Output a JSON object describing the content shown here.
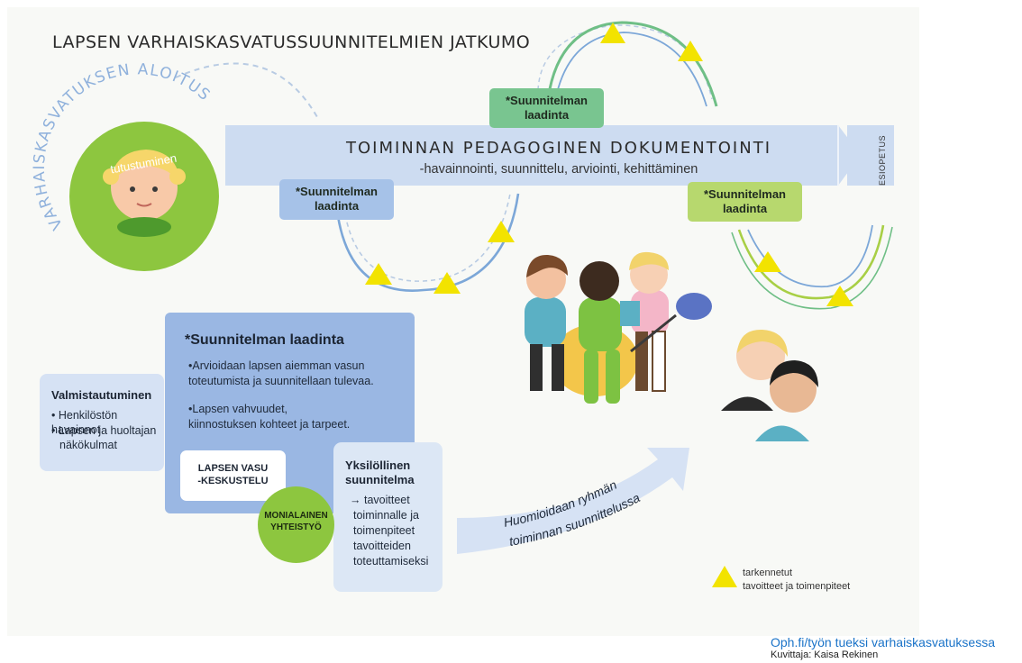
{
  "title": "LAPSEN VARHAISKASVATUSSUUNNITELMIEN JATKUMO",
  "start_arc_text": "VARHAISKASVATUKSEN ALOITUS",
  "intro_circle": {
    "label": "tutustuminen"
  },
  "documentation": {
    "title": "TOIMINNAN PEDAGOGINEN DOKUMENTOINTI",
    "subtitle": "-havainnointi, suunnittelu, arviointi, kehittäminen",
    "end_label": "ESIOPETUS"
  },
  "planning_tags": [
    {
      "line1": "*Suunnitelman",
      "line2": "laadinta",
      "color": "#79c590"
    },
    {
      "line1": "*Suunnitelman",
      "line2": "laadinta",
      "color": "#a6c2e8"
    },
    {
      "line1": "*Suunnitelman",
      "line2": "laadinta",
      "color": "#b7d86e"
    }
  ],
  "plan_card": {
    "title": "*Suunnitelman laadinta",
    "bullets": [
      {
        "line1": "•Arvioidaan lapsen aiemman vasun",
        "line2": "toteutumista ja suunnitellaan tulevaa."
      },
      {
        "line1": "•Lapsen vahvuudet,",
        "line2": "kiinnostuksen kohteet ja tarpeet."
      }
    ]
  },
  "prep_card": {
    "title": "Valmistautuminen",
    "items": [
      {
        "line1": "• Henkilöstön havainnot"
      },
      {
        "line1": "• Lapsen ja huoltajan",
        "line2": "näkökulmat"
      }
    ]
  },
  "vasu_box": {
    "line1": "LAPSEN VASU",
    "line2": "-KESKUSTELU"
  },
  "multi_circle": {
    "line1": "MONIALAINEN",
    "line2": "YHTEISTYÖ"
  },
  "individual_card": {
    "title_line1": "Yksilöllinen",
    "title_line2": "suunnitelma",
    "lines": [
      "→ tavoitteet",
      "toiminnalle ja",
      "toimenpiteet",
      "tavoitteiden",
      "toteuttamiseksi"
    ]
  },
  "group_arrow_text": {
    "line1": "Huomioidaan ryhmän",
    "line2": "toiminnan suunnittelussa"
  },
  "legend": {
    "line1": "tarkennetut",
    "line2": "tavoitteet ja toimenpiteet",
    "marker_color": "#f2e300"
  },
  "footer": {
    "link": "Oph.fi/työn tueksi varhaiskasvatuksessa",
    "credit": "Kuvittaja: Kaisa Rekinen"
  },
  "colors": {
    "band": "#cddcf1",
    "arc_green": "#6fbf86",
    "arc_blue": "#7ca7d8",
    "arc_lime": "#a8cf45",
    "triangle": "#f2e300",
    "intro_circle": "#8dc63f"
  }
}
